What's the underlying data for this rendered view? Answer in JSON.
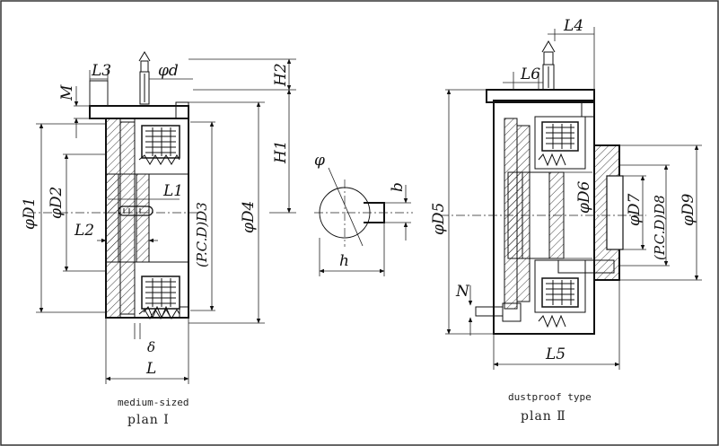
{
  "plan1": {
    "labels": {
      "L3": "L3",
      "phi_d": "φd",
      "M": "M",
      "phiD1": "φD1",
      "phiD2": "φD2",
      "L1": "L1",
      "L2": "L2",
      "PCD_D3": "(P.C.D)D3",
      "phiD4": "φD4",
      "H1": "H1",
      "H2": "H2",
      "delta": "δ",
      "L": "L"
    },
    "caption_top": "medium-sized",
    "caption_bottom": "plan Ⅰ"
  },
  "keyway": {
    "labels": {
      "phi": "φ",
      "b": "b",
      "h": "h"
    }
  },
  "plan2": {
    "labels": {
      "L4": "L4",
      "L6": "L6",
      "phiD5": "φD5",
      "phiD6": "φD6",
      "phiD7": "φD7",
      "PCD_D8": "(P.C.D)D8",
      "phiD9": "φD9",
      "N": "N",
      "L5": "L5"
    },
    "caption_top": "dustproof type",
    "caption_bottom": "plan Ⅱ"
  }
}
